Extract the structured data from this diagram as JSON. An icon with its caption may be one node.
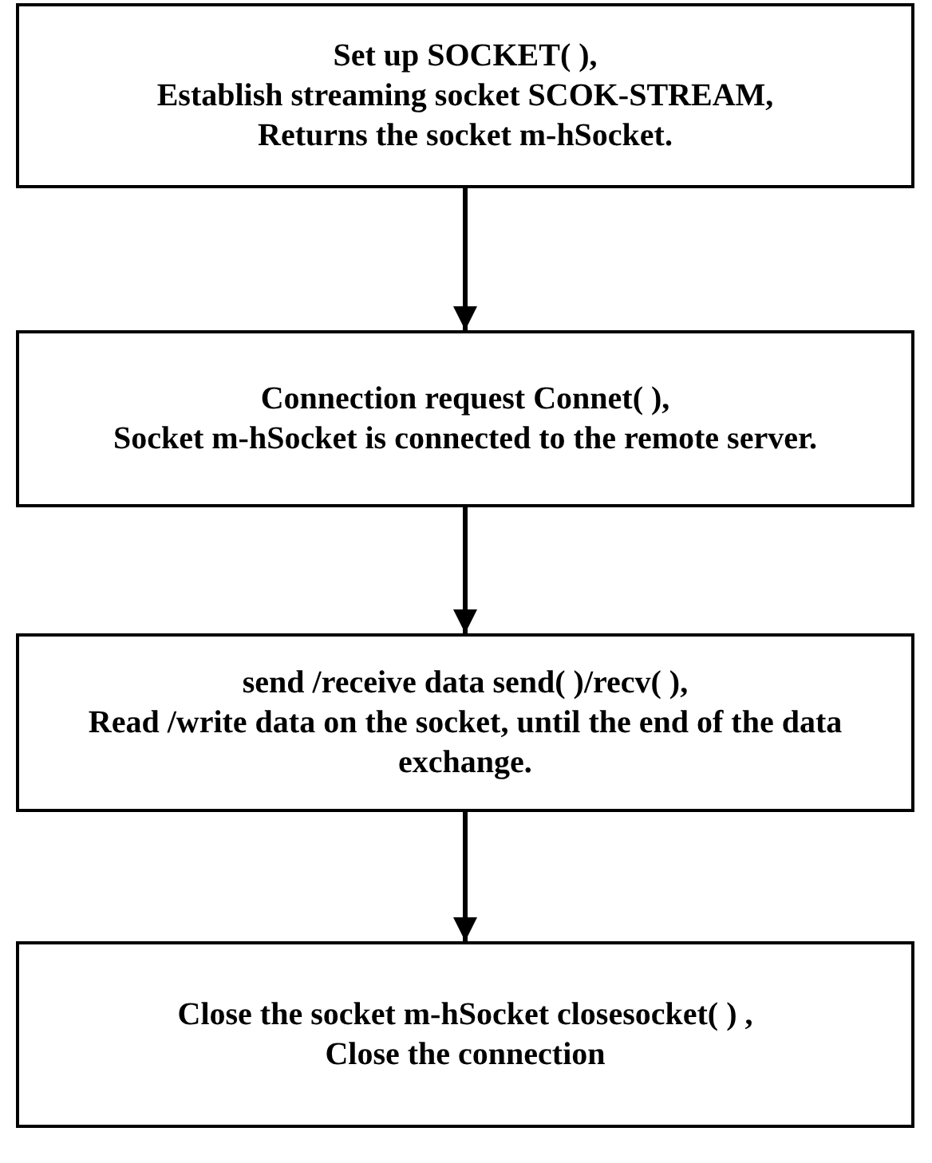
{
  "diagram": {
    "nodes": [
      {
        "text": [
          "Set up SOCKET( ),",
          "Establish streaming socket SCOK-STREAM,",
          "Returns the socket m-hSocket."
        ]
      },
      {
        "text": [
          "Connection request Connet( ),",
          "Socket m-hSocket is connected to the remote server."
        ]
      },
      {
        "text": [
          "send /receive data send( )/recv( ),",
          "Read /write data on the socket, until the end of the data exchange."
        ]
      },
      {
        "text": [
          "Close the socket m-hSocket closesocket( ) ,",
          "Close the connection"
        ]
      }
    ],
    "edges": [
      {
        "from": 0,
        "to": 1,
        "arrow": "to"
      },
      {
        "from": 1,
        "to": 2,
        "arrow": "to"
      },
      {
        "from": 2,
        "to": 3,
        "arrow": "to"
      }
    ]
  }
}
